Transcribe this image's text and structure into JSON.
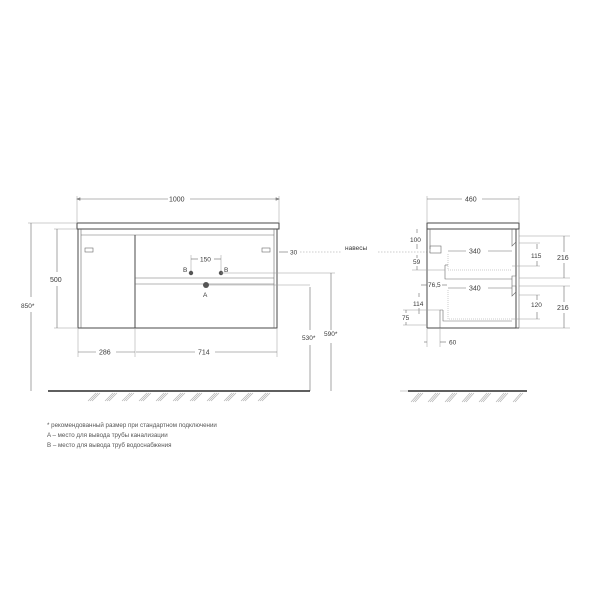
{
  "front_view": {
    "width_label": "1000",
    "body_height_label": "500",
    "total_height_label": "850*",
    "left_door_label": "286",
    "right_section_label": "714",
    "pipe_spacing_label": "150",
    "pipe_b_left": "B",
    "pipe_b_right": "B",
    "drain_label": "A",
    "edge_offset_label": "30",
    "drain_height_label": "530*",
    "supply_height_label": "590*",
    "hinges_label": "навесы"
  },
  "side_view": {
    "depth_label": "460",
    "top_offset_label": "100",
    "upper_drawer_depth_label": "340",
    "upper_gap_label": "59",
    "upper_inner_height_label": "115",
    "upper_drawer_height_label": "216",
    "drawer_offset_label": "76,5",
    "lower_drawer_depth_label": "340",
    "lower_gap_label": "114",
    "lower_inner_height_label": "120",
    "lower_drawer_height_label": "216",
    "bottom_gap_label": "75",
    "back_offset_label": "60"
  },
  "notes": [
    "* рекомендованный размер при стандартном подключении",
    "A – место для вывода трубы канализации",
    "B – место для вывода труб водоснабжения"
  ],
  "colors": {
    "line": "#4a4a4a",
    "dimension": "#6a6a6a",
    "pipe_marker": "#555555"
  }
}
